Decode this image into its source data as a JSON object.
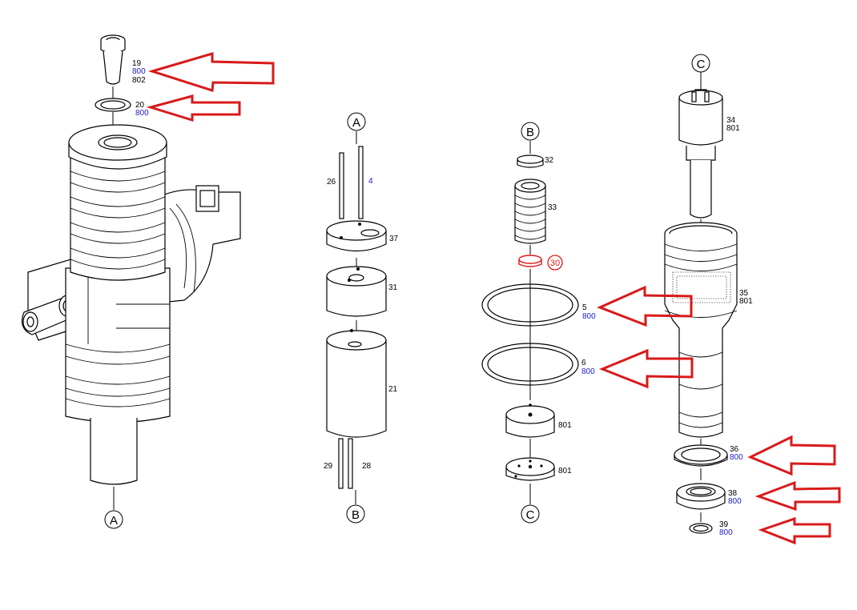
{
  "callouts": {
    "a_bottom": "A",
    "a_top": "A",
    "b_bottom": "B",
    "b_top": "B",
    "c_bottom": "C",
    "c_top": "C"
  },
  "labels": {
    "p19": "19",
    "p19_800": "800",
    "p19_802": "802",
    "p20": "20",
    "p20_800": "800",
    "p26": "26",
    "p4": "4",
    "p37": "37",
    "p31": "31",
    "p21": "21",
    "p29": "29",
    "p28": "28",
    "p32": "32",
    "p33": "33",
    "p30": "30",
    "p5": "5",
    "p5_800": "800",
    "p6": "6",
    "p6_800": "800",
    "p801a": "801",
    "p801b": "801",
    "p34": "34",
    "p34_801": "801",
    "p35": "35",
    "p35_801": "801",
    "p36": "36",
    "p36_800": "800",
    "p38": "38",
    "p38_800": "800",
    "p39": "39",
    "p39_800": "800"
  },
  "colors": {
    "arrow": "#d81a1a",
    "blue_label": "#1a1ad0",
    "red_label": "#e01818"
  }
}
